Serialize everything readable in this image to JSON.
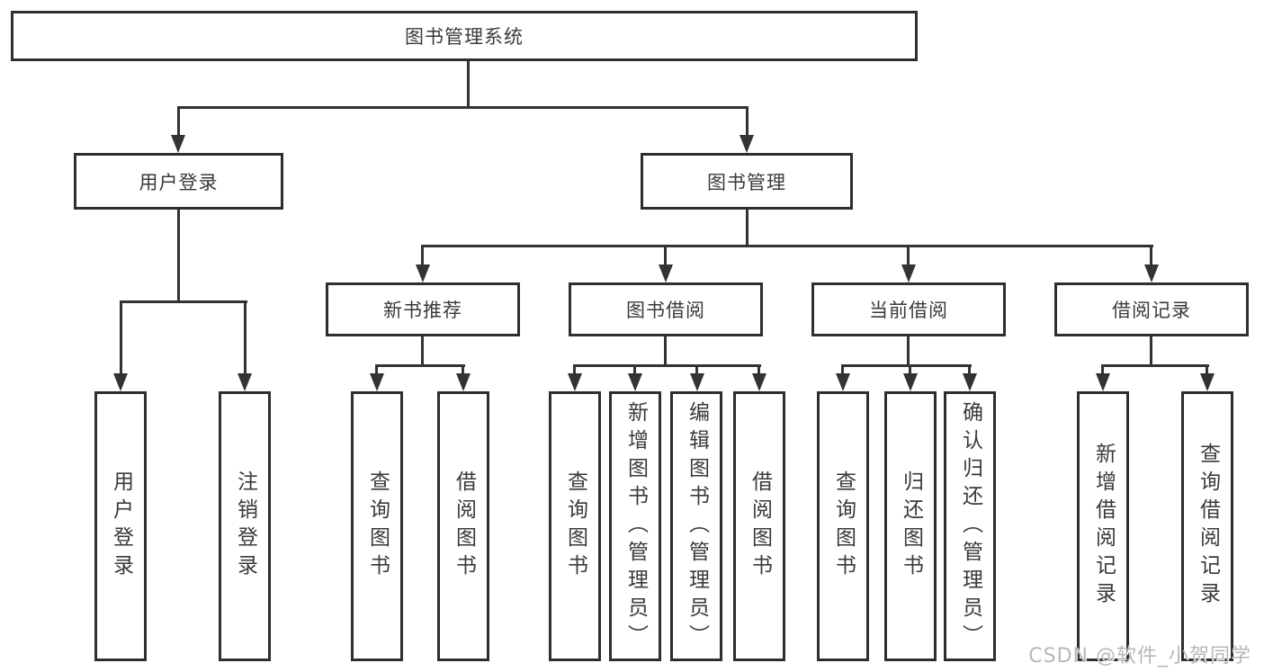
{
  "diagram": {
    "root": "图书管理系统",
    "tier2": {
      "user_login": "用户登录",
      "book_mgmt": "图书管理"
    },
    "tier3": {
      "new_book": "新书推荐",
      "book_borrow": "图书借阅",
      "current_borrow": "当前借阅",
      "borrow_record": "借阅记录"
    },
    "leaves": {
      "user_login": [
        "用户登录",
        "注销登录"
      ],
      "new_book": [
        "查询图书",
        "借阅图书"
      ],
      "book_borrow": [
        "查询图书",
        "新增图书（管理员）",
        "编辑图书（管理员）",
        "借阅图书"
      ],
      "current_borrow": [
        "查询图书",
        "归还图书",
        "确认归还（管理员）"
      ],
      "borrow_record": [
        "新增借阅记录",
        "查询借阅记录"
      ]
    },
    "watermark": "CSDN @软件_小贺同学",
    "colors": {
      "line": "#333333",
      "text": "#3a3a3a",
      "background": "#ffffff",
      "watermark": "#b3b9bf"
    }
  }
}
